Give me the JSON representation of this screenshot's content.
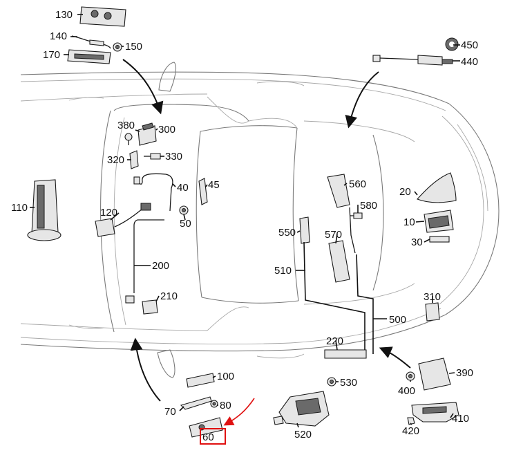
{
  "callouts": [
    "130",
    "140",
    "150",
    "170",
    "450",
    "440",
    "380",
    "300",
    "320",
    "330",
    "40",
    "45",
    "50",
    "110",
    "120",
    "200",
    "210",
    "560",
    "580",
    "550",
    "570",
    "20",
    "10",
    "30",
    "510",
    "500",
    "310",
    "220",
    "390",
    "400",
    "530",
    "410",
    "420",
    "100",
    "70",
    "80",
    "60",
    "520"
  ],
  "highlighted_callout": "60",
  "colors": {
    "highlight": "#e01010",
    "line": "#111111",
    "body_outline": "#7a7a7a"
  }
}
